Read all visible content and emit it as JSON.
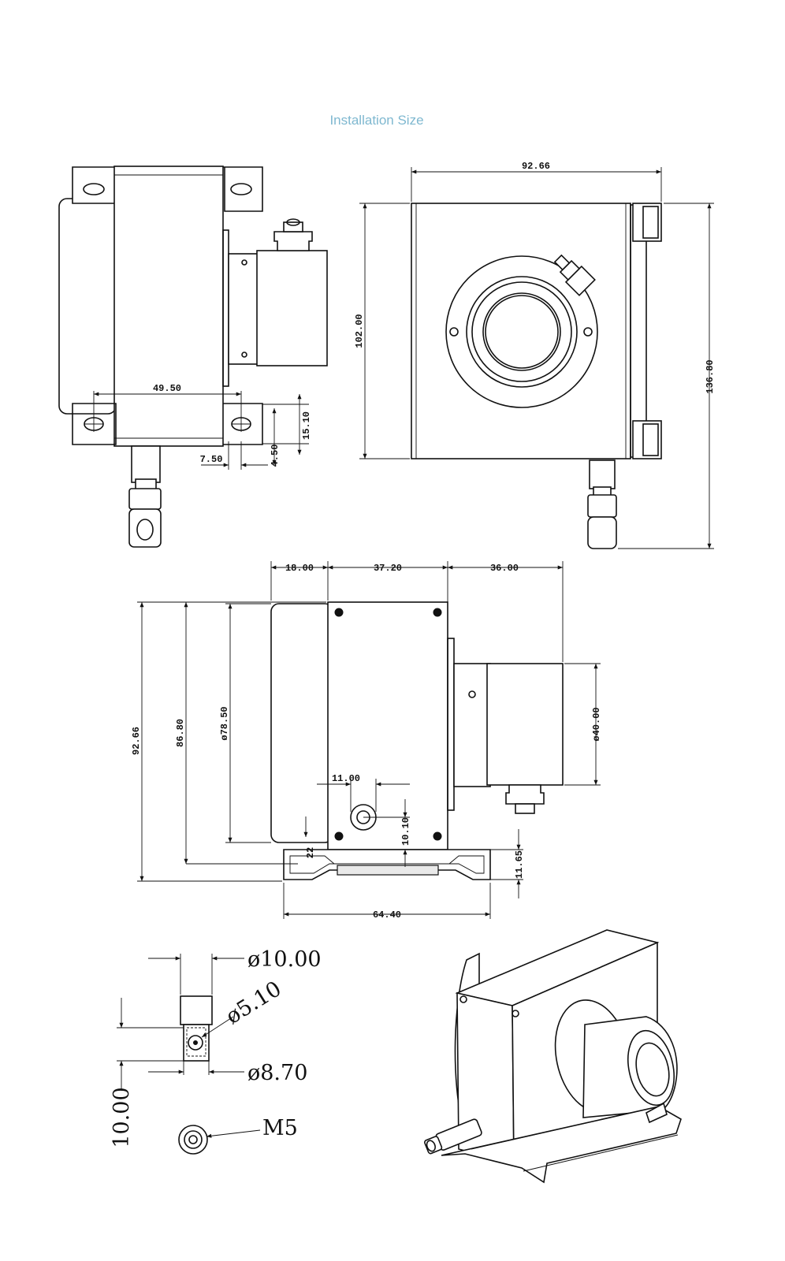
{
  "title": "Installation Size",
  "dimensions": {
    "side_width": "49.50",
    "side_offset": "7.50",
    "side_slot_pitch": "15.10",
    "side_slot_width": "4.50",
    "top_width": "92.66",
    "top_height": "102.00",
    "top_overall_height": "136.80",
    "front_left": "18.00",
    "front_mid": "37.20",
    "front_right": "36.00",
    "front_h1": "92.66",
    "front_h2": "86.80",
    "front_dia": "ø78.50",
    "front_cable_dia": "ø40.00",
    "front_hole_pitch": "11.00",
    "front_hole_h": "10.10",
    "front_base_h": "22",
    "front_mount_h": "11.65",
    "front_base_w": "64.40",
    "end_outer_dia": "ø10.00",
    "end_hole_dia": "ø5.10",
    "end_inner_dia": "ø8.70",
    "end_length": "10.00",
    "end_thread": "M5"
  }
}
